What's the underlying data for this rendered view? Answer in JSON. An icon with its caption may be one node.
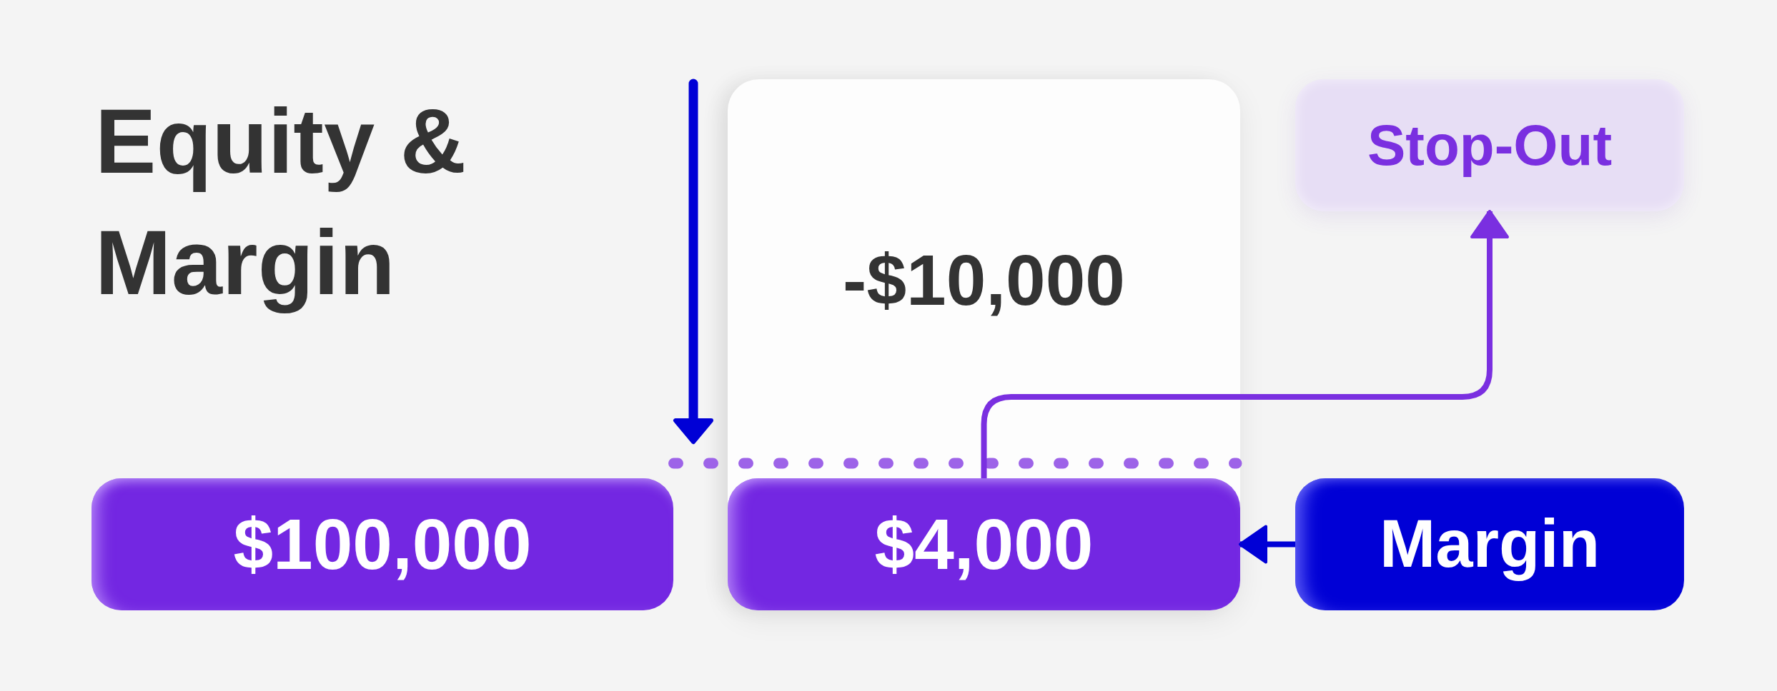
{
  "diagram": {
    "title": "Equity & Margin",
    "nodes": [
      {
        "text": [
          "-$10,000"
        ]
      },
      {
        "text": [
          "Stop-Out"
        ]
      },
      {
        "text": [
          "$100,000"
        ]
      },
      {
        "text": [
          "$4,000"
        ],
        "in": 0
      },
      {
        "text": [
          "Margin"
        ]
      }
    ],
    "edges": [
      {
        "from": 3,
        "to": 1,
        "arrow": "to",
        "color": "#7a2fe0"
      },
      {
        "from": 4,
        "to": 3,
        "arrow": "to",
        "color": "#0000d6"
      }
    ]
  }
}
